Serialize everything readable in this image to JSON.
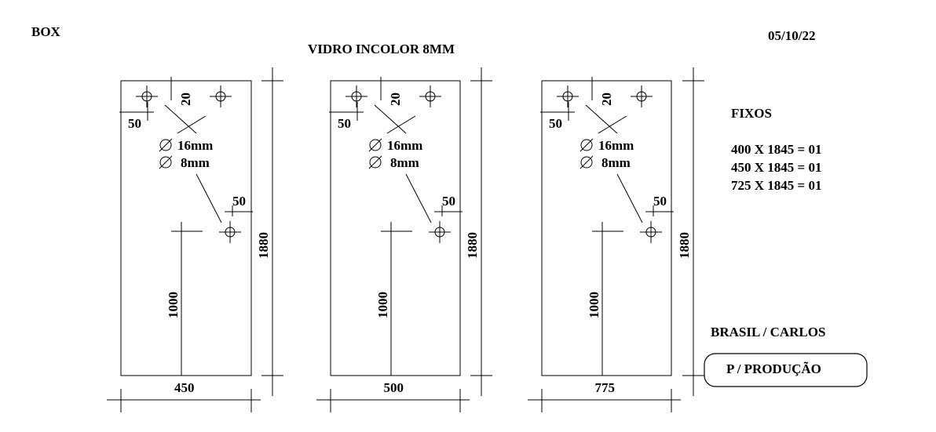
{
  "header": {
    "left": "BOX",
    "center": "VIDRO INCOLOR 8MM",
    "date": "05/10/22"
  },
  "panels": [
    {
      "width_label": "450",
      "height_label": "1880",
      "top_offset": "20",
      "side_offset": "50",
      "hole_offset": "50",
      "hole_height": "1000",
      "hole_large": "16mm",
      "hole_small": "8mm"
    },
    {
      "width_label": "500",
      "height_label": "1880",
      "top_offset": "20",
      "side_offset": "50",
      "hole_offset": "50",
      "hole_height": "1000",
      "hole_large": "16mm",
      "hole_small": "8mm"
    },
    {
      "width_label": "775",
      "height_label": "1880",
      "top_offset": "20",
      "side_offset": "50",
      "hole_offset": "50",
      "hole_height": "1000",
      "hole_large": "16mm",
      "hole_small": "8mm"
    }
  ],
  "fixos": {
    "title": "FIXOS",
    "items": [
      "400 X 1845 = 01",
      "450 X 1845 = 01",
      "725 X 1845 = 01"
    ]
  },
  "footer": {
    "client": "BRASIL / CARLOS",
    "stamp": "P / PRODUÇÃO"
  }
}
